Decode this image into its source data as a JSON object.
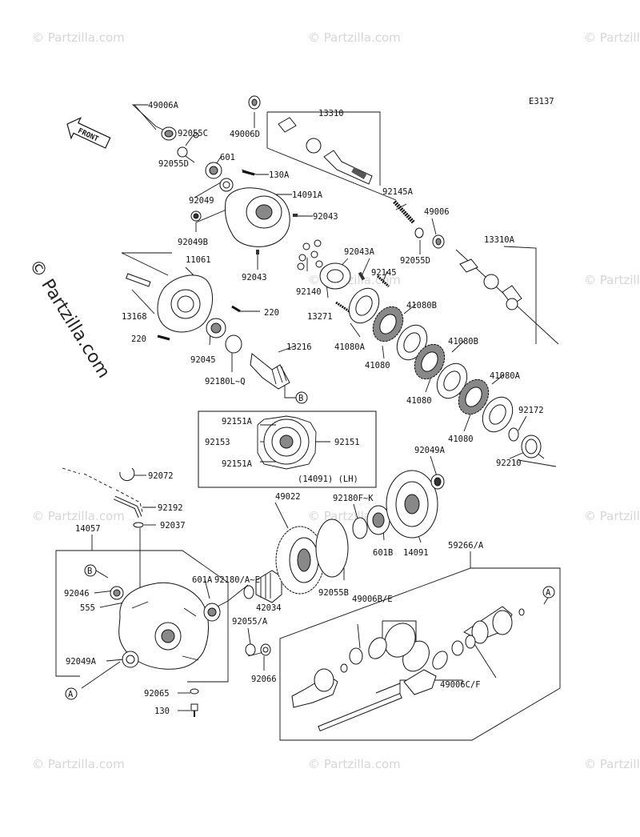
{
  "diagram_code": "E3137",
  "watermark": "© Partzilla.com",
  "front_label": "FRONT",
  "labels": {
    "p49006A": "49006A",
    "p92055C": "92055C",
    "p92055D_top": "92055D",
    "p601": "601",
    "p130A": "130A",
    "p14091A": "14091A",
    "p92049": "92049",
    "p92043_a": "92043",
    "p92049B": "92049B",
    "p92043_b": "92043",
    "p13310": "13310",
    "p49006D": "49006D",
    "p92145A": "92145A",
    "p49006": "49006",
    "p92055D_mid": "92055D",
    "p13310A": "13310A",
    "p11061": "11061",
    "p13168": "13168",
    "p220_a": "220",
    "p220_b": "220",
    "p92045": "92045",
    "p92180LQ": "92180L~Q",
    "p13216": "13216",
    "callout_B_top": "B",
    "p92043A": "92043A",
    "p92145": "92145",
    "p92140": "92140",
    "p13271": "13271",
    "p41080B_1": "41080B",
    "p41080A_1": "41080A",
    "p41080_1": "41080",
    "p41080B_2": "41080B",
    "p41080_2": "41080",
    "p41080A_2": "41080A",
    "p41080_3": "41080",
    "p92172": "92172",
    "p92210": "92210",
    "p92151A_top": "92151A",
    "p92153": "92153",
    "p92151": "92151",
    "p92151A_bot": "92151A",
    "p14091_lh": "(14091) (LH)",
    "p92072": "92072",
    "p92192": "92192",
    "p92037": "92037",
    "p14057": "14057",
    "p49022": "49022",
    "p92180FK": "92180F~K",
    "p92049A_right": "92049A",
    "p601B": "601B",
    "p14091": "14091",
    "p59266A": "59266/A",
    "callout_B_bot": "B",
    "p92046": "92046",
    "p555": "555",
    "p92180AE": "92180/A~E",
    "p601A": "601A",
    "p42034": "42034",
    "p92055B": "92055B",
    "p49006BE": "49006B/E",
    "p92055A": "92055/A",
    "p92049A_left": "92049A",
    "p92066": "92066",
    "callout_A_left": "A",
    "p92065": "92065",
    "p130": "130",
    "callout_A_right": "A",
    "p49006CF": "49006C/F"
  }
}
